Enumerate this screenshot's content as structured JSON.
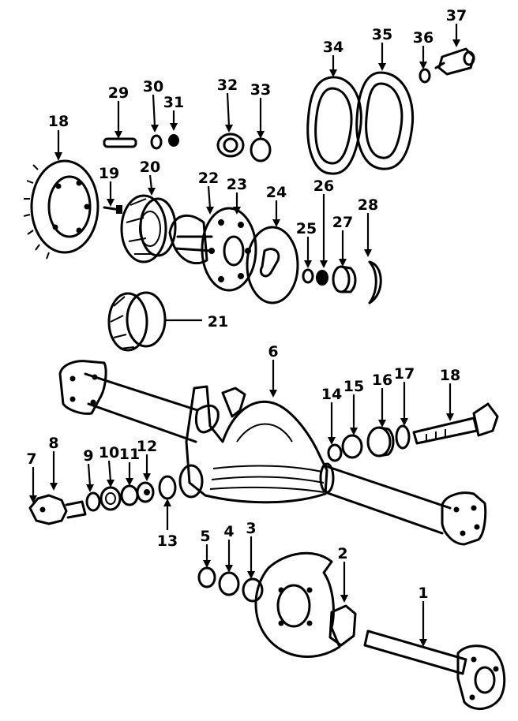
{
  "diagram": {
    "colors": {
      "ink": "#000000",
      "paper": "#ffffff"
    },
    "callouts": [
      "1",
      "2",
      "3",
      "4",
      "5",
      "6",
      "7",
      "8",
      "9",
      "10",
      "11",
      "12",
      "13",
      "14",
      "15",
      "16",
      "17",
      "18",
      "19",
      "20",
      "21",
      "22",
      "23",
      "24",
      "25",
      "26",
      "27",
      "28",
      "29",
      "30",
      "31",
      "32",
      "33",
      "34",
      "35",
      "36",
      "37",
      "18"
    ]
  }
}
